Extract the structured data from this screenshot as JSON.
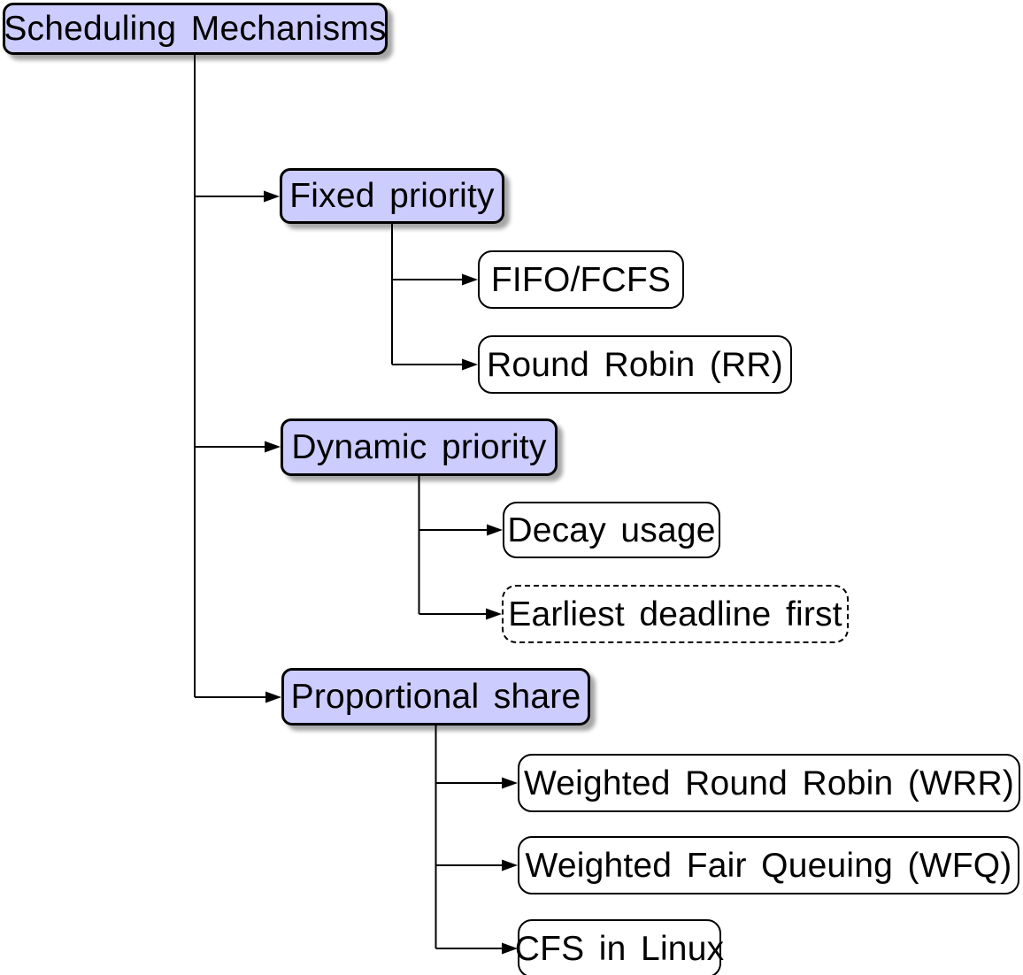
{
  "diagram": {
    "type": "tree",
    "root": {
      "label": "Scheduling Mechanisms",
      "variant": "category"
    },
    "branches": [
      {
        "label": "Fixed priority",
        "variant": "category",
        "children": [
          {
            "label": "FIFO/FCFS",
            "variant": "leaf"
          },
          {
            "label": "Round Robin (RR)",
            "variant": "leaf"
          }
        ]
      },
      {
        "label": "Dynamic priority",
        "variant": "category",
        "children": [
          {
            "label": "Decay usage",
            "variant": "leaf"
          },
          {
            "label": "Earliest deadline first",
            "variant": "leaf-dashed"
          }
        ]
      },
      {
        "label": "Proportional share",
        "variant": "category",
        "children": [
          {
            "label": "Weighted Round Robin (WRR)",
            "variant": "leaf"
          },
          {
            "label": "Weighted Fair Queuing (WFQ)",
            "variant": "leaf"
          },
          {
            "label": "CFS in Linux",
            "variant": "leaf"
          }
        ]
      }
    ],
    "colors": {
      "category-fill": "#ccccff",
      "leaf-fill": "#ffffff",
      "line-color": "#000000",
      "background": "#ffffff"
    }
  }
}
